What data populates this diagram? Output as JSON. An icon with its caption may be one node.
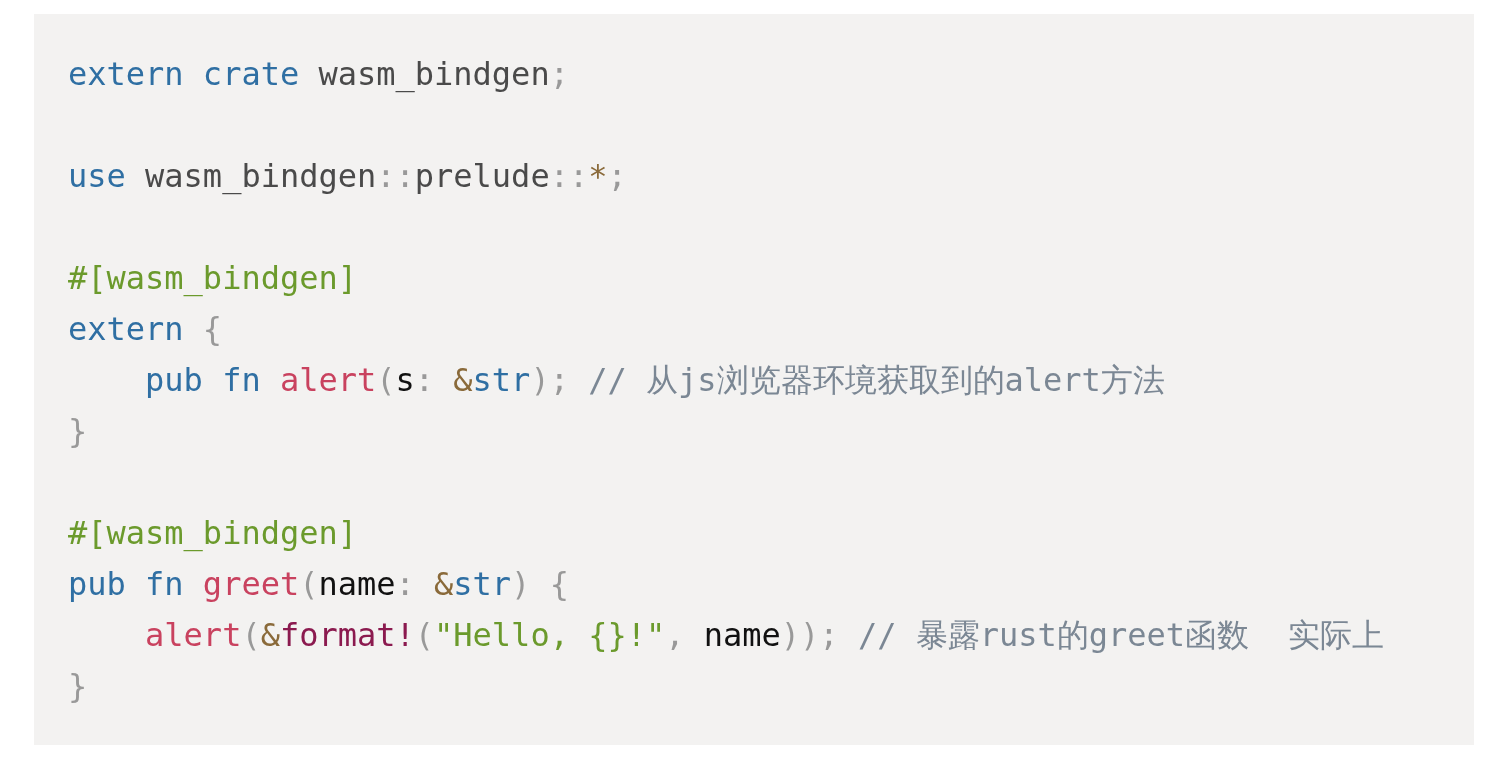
{
  "diagram": {
    "labels": [
      "extern crate wasm_bindgen;",
      "use wasm_bindgen::prelude::*;",
      "#[wasm_bindgen]",
      "extern {",
      "    pub fn alert(s: &str); // 从js浏览器环境获取到的alert方法",
      "}",
      "#[wasm_bindgen]",
      "pub fn greet(name: &str) {",
      "    alert(&format!(\"Hello, {}!\", name)); // 暴露rust的greet函数  实际上",
      "}"
    ]
  }
}
